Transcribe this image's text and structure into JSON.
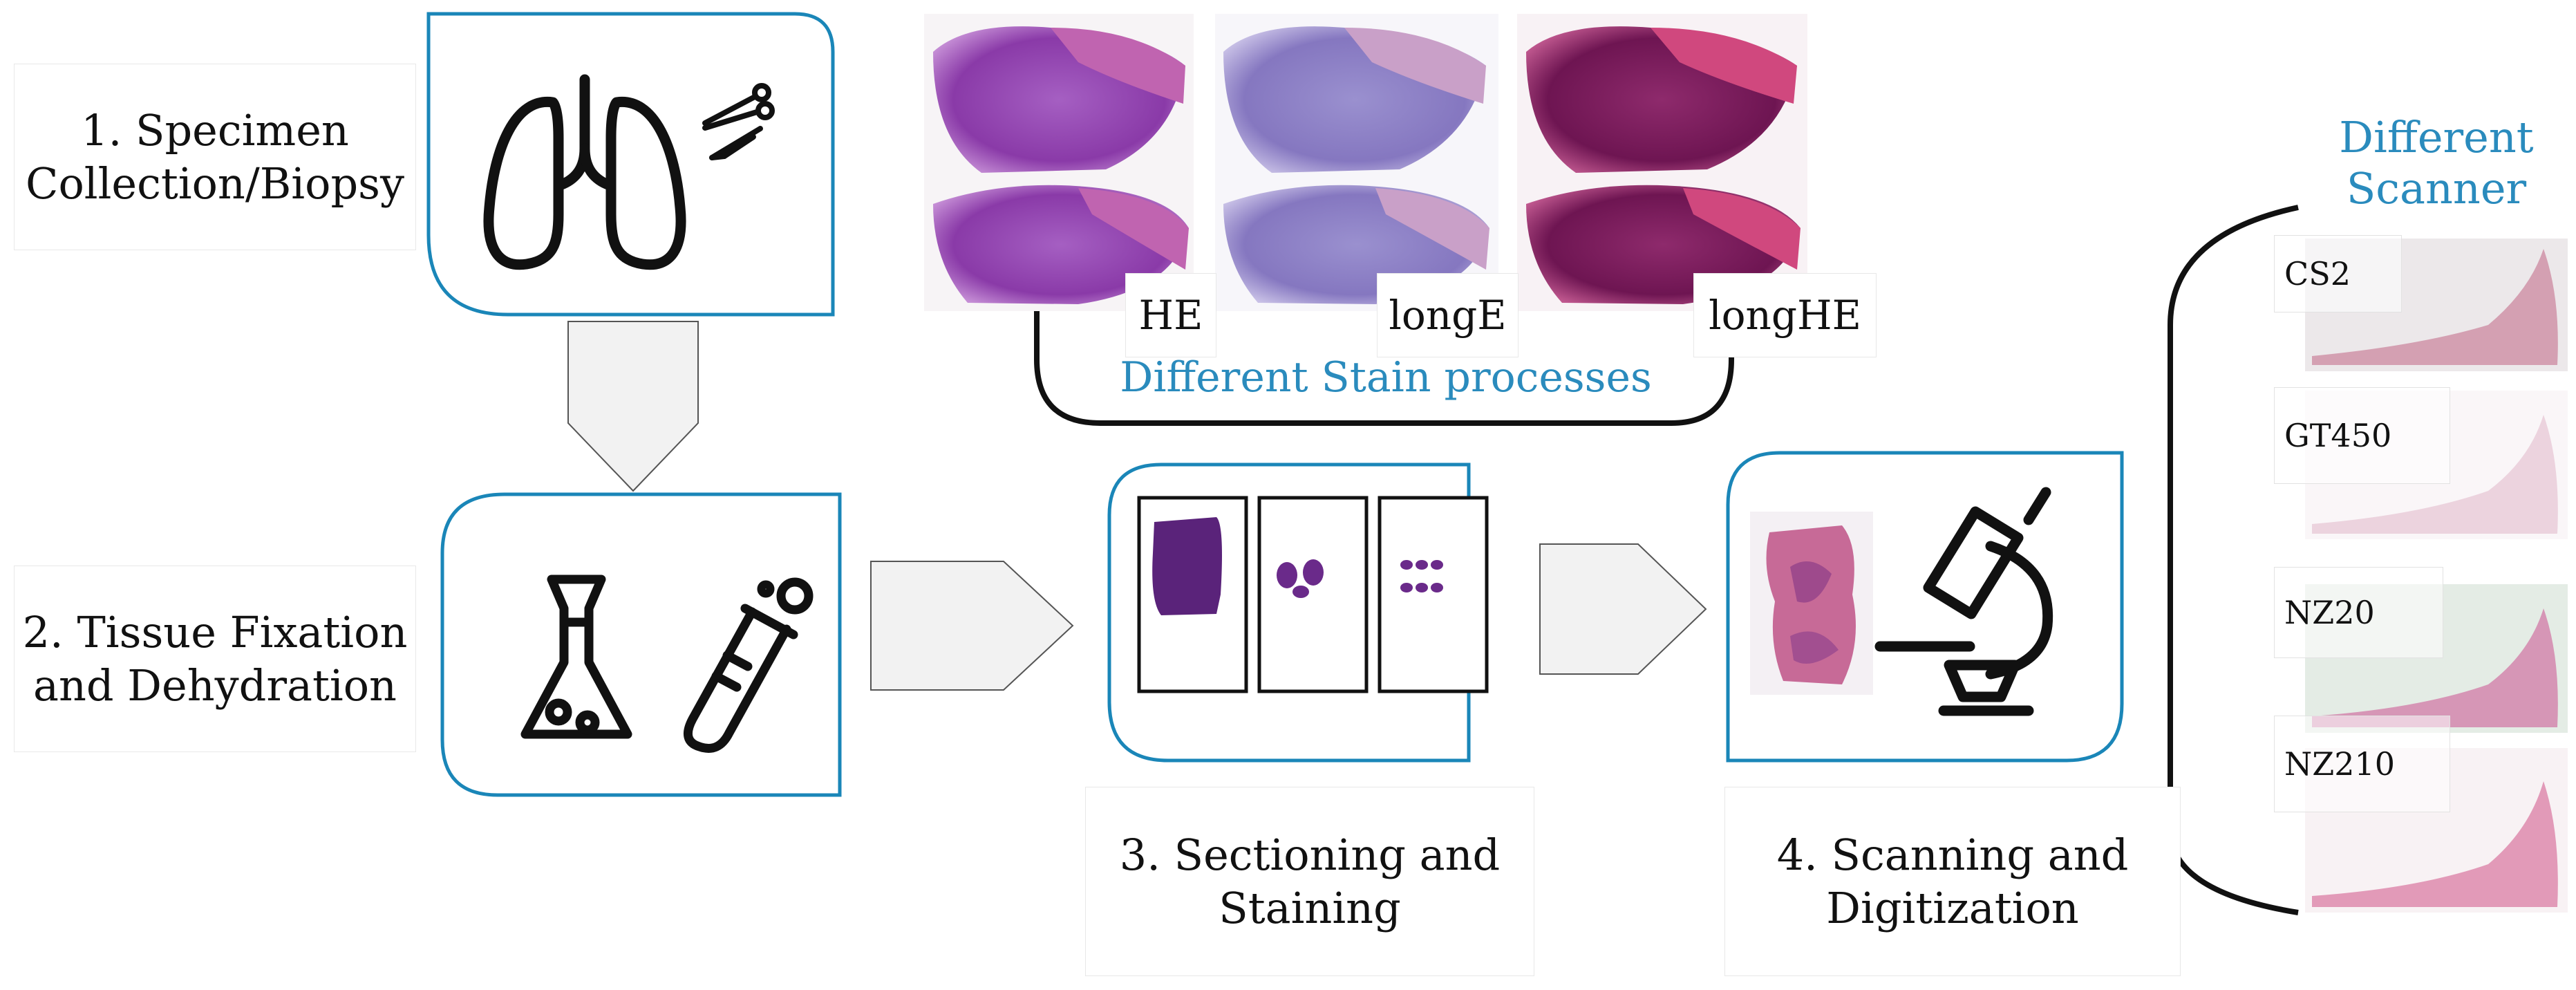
{
  "steps": {
    "step1": [
      "1. Specimen",
      "Collection/Biopsy"
    ],
    "step2": [
      "2. Tissue Fixation",
      "and Dehydration"
    ],
    "step3": [
      "3. Sectioning and",
      "Staining"
    ],
    "step4": [
      "4. Scanning and",
      "Digitization"
    ]
  },
  "stains": {
    "title": "Different Stain processes",
    "items": [
      "HE",
      "longE",
      "longHE"
    ]
  },
  "scanners": {
    "title": [
      "Different",
      "Scanner"
    ],
    "items": [
      "CS2",
      "GT450",
      "NZ20",
      "NZ210"
    ]
  },
  "colors": {
    "box_border": "#1a86b8",
    "accent_text": "#2a8bbd",
    "arrow_fill": "#f2f2f2",
    "tissue_he": "#8a3aa8",
    "tissue_longE": "#8a7cc4",
    "tissue_longHE": "#7a1c5e",
    "tissue_scan": "#c76a97"
  },
  "icons": [
    "lungs-icon",
    "scalpel-scissors-icon",
    "flask-icon",
    "test-tube-icon",
    "slides-icon",
    "microscope-icon"
  ]
}
